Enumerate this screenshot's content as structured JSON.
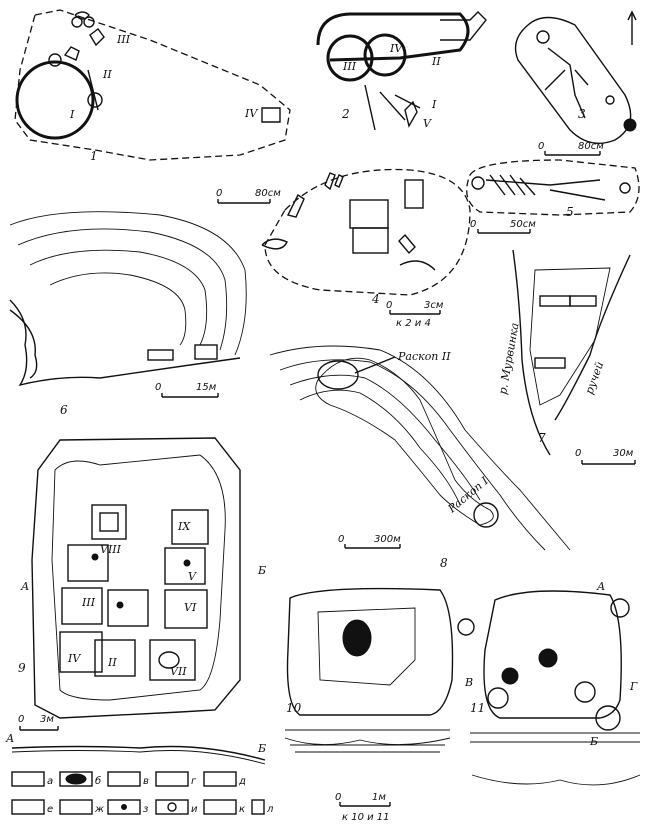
{
  "plate": {
    "panels": [
      {
        "number": "1",
        "scale": "80см",
        "scale_zero": "0",
        "roman": [
          "III",
          "II",
          "I",
          "IV"
        ]
      },
      {
        "number": "2",
        "roman": [
          "III",
          "IV",
          "II",
          "I",
          "V"
        ]
      },
      {
        "number": "3",
        "scale": "80см",
        "scale_zero": "0"
      },
      {
        "number": "4",
        "scale": "3см",
        "scale_zero": "0",
        "scale_note": "к 2 и 4"
      },
      {
        "number": "5",
        "scale": "50см",
        "scale_zero": "0"
      },
      {
        "number": "6",
        "scale": "15м",
        "scale_zero": "0"
      },
      {
        "number": "7",
        "scale": "30м",
        "scale_zero": "0",
        "river": "р. Мурвинка",
        "stream": "ручей"
      },
      {
        "number": "8",
        "scale": "300м",
        "scale_zero": "0",
        "excavations": [
          "Раскоп II",
          "Раскоп I"
        ]
      },
      {
        "number": "9",
        "scale": "3м",
        "scale_zero": "0",
        "roman": [
          "IX",
          "VIII",
          "V",
          "III",
          "VI",
          "II",
          "IV",
          "VII"
        ],
        "section_marks": [
          "А",
          "Б"
        ]
      },
      {
        "number": "10",
        "scale": "1м",
        "scale_zero": "0",
        "scale_note": "к 10 и 11"
      },
      {
        "number": "11",
        "section_marks": [
          "А",
          "Б",
          "В",
          "Г"
        ]
      }
    ],
    "profile_marks": [
      "А",
      "Б"
    ],
    "legend": [
      "а",
      "б",
      "в",
      "г",
      "д",
      "е",
      "ж",
      "з",
      "и",
      "к",
      "л"
    ]
  }
}
